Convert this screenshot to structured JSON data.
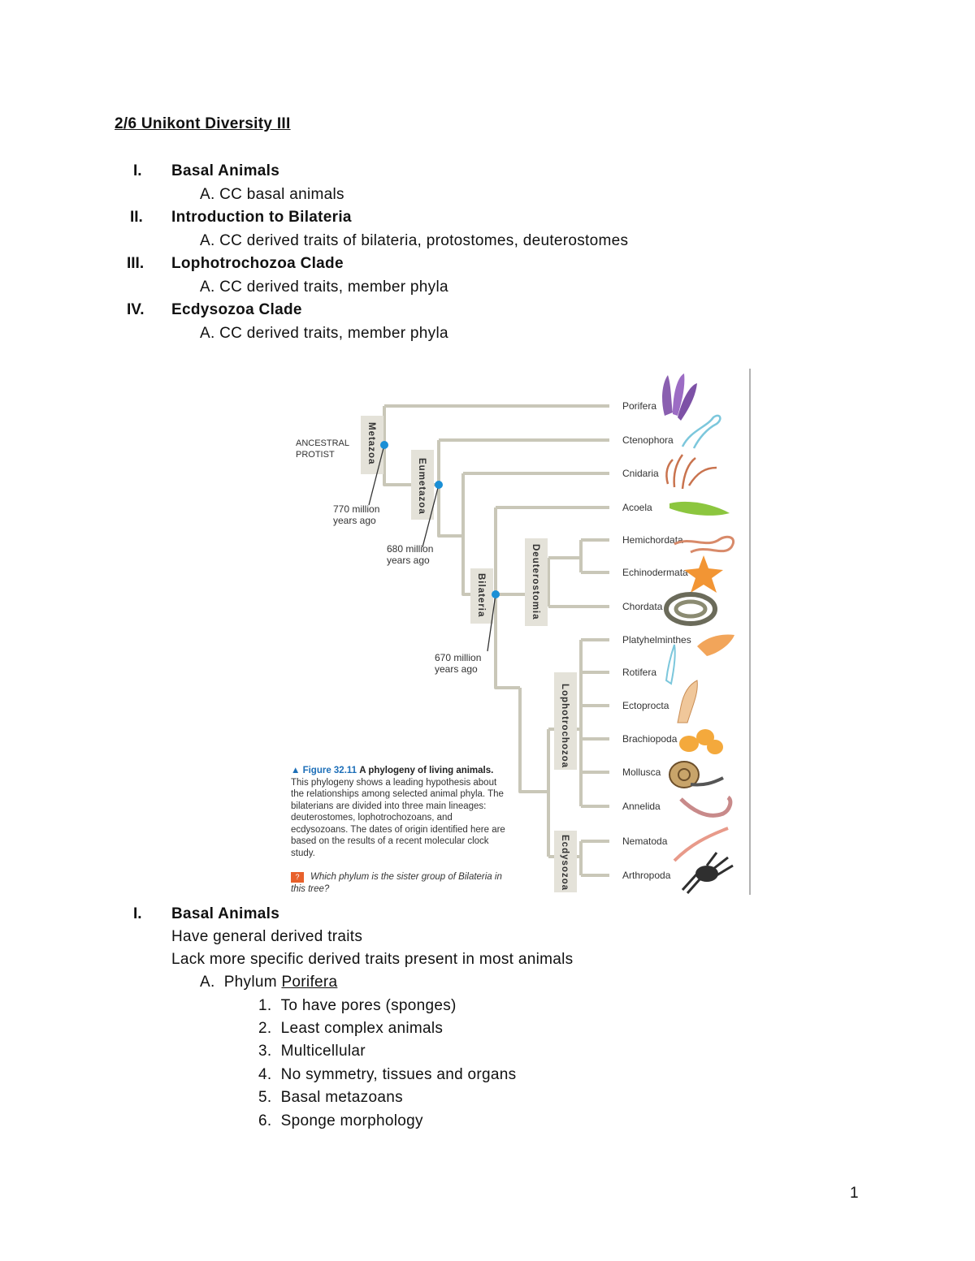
{
  "doc": {
    "title": "2/6 Unikont Diversity III",
    "page_number": "1"
  },
  "outline": [
    {
      "numeral": "I.",
      "heading": "Basal Animals",
      "sub": "A.  CC basal animals"
    },
    {
      "numeral": "II.",
      "heading": "Introduction to Bilateria",
      "sub": "A.  CC derived traits of bilateria, protostomes, deuterostomes"
    },
    {
      "numeral": "III.",
      "heading": "Lophotrochozoa Clade",
      "sub": "A.  CC derived traits, member phyla"
    },
    {
      "numeral": "IV.",
      "heading": "Ecdysozoa Clade",
      "sub": "A.  CC derived traits, member phyla"
    }
  ],
  "figure": {
    "ancestral_line1": "ANCESTRAL",
    "ancestral_line2": "PROTIST",
    "clades": {
      "metazoa": "Metazoa",
      "eumetazoa": "Eumetazoa",
      "bilateria": "Bilateria",
      "deuterostomia": "Deuterostomia",
      "lophotrochozoa": "Lophotrochozoa",
      "ecdysozoa": "Ecdysozoa"
    },
    "times": {
      "t770_a": "770 million",
      "t770_b": "years ago",
      "t680_a": "680 million",
      "t680_b": "years ago",
      "t670_a": "670 million",
      "t670_b": "years ago"
    },
    "taxa": [
      "Porifera",
      "Ctenophora",
      "Cnidaria",
      "Acoela",
      "Hemichordata",
      "Echinodermata",
      "Chordata",
      "Platyhelminthes",
      "Rotifera",
      "Ectoprocta",
      "Brachiopoda",
      "Mollusca",
      "Annelida",
      "Nematoda",
      "Arthropoda"
    ],
    "caption_title": "▲ Figure 32.11",
    "caption_bold": "A phylogeny of living animals.",
    "caption_text": "This phylogeny shows a leading hypothesis about the relationships among selected animal phyla. The bilaterians are divided into three main lineages: deuterostomes, lophotrochozoans, and ecdysozoans. The dates of origin identified here are based on the results of a recent molecular clock study.",
    "question_icon": "?",
    "question": "Which phylum is the sister group of Bilateria in this tree?"
  },
  "section": {
    "numeral": "I.",
    "heading": "Basal Animals",
    "line1": "Have general derived traits",
    "line2": "Lack more specific derived traits present in most animals",
    "sub_prefix": "A.  Phylum ",
    "sub_link": "Porifera",
    "items": [
      {
        "n": "1.",
        "text": "To have pores (sponges)"
      },
      {
        "n": "2.",
        "text": "Least complex animals"
      },
      {
        "n": "3.",
        "text": "Multicellular"
      },
      {
        "n": "4.",
        "text": "No symmetry, tissues and organs"
      },
      {
        "n": "5.",
        "text": "Basal metazoans"
      },
      {
        "n": "6.",
        "text": "Sponge morphology"
      }
    ]
  },
  "colors": {
    "branch": "#c9c7b8",
    "node": "#1a8fd6",
    "clade_box": "#e4e2d9",
    "caption_title": "#1d6fb8"
  }
}
